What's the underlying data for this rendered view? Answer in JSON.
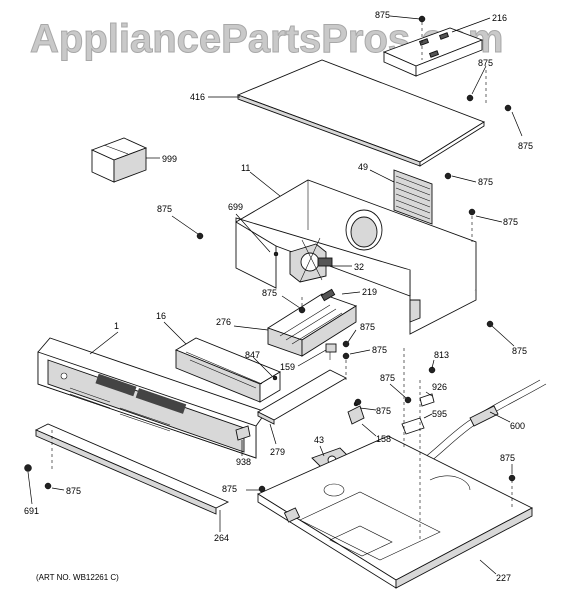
{
  "watermark": "AppliancePartsPros.com",
  "art_number": "(ART NO. WB12261 C)",
  "callouts": [
    {
      "label": "875",
      "target": "screw-top-center"
    },
    {
      "label": "216",
      "target": "top-bracket"
    },
    {
      "label": "875",
      "target": "screw-top-right"
    },
    {
      "label": "416",
      "target": "top-panel"
    },
    {
      "label": "875",
      "target": "screw-right-upper"
    },
    {
      "label": "999",
      "target": "box-item"
    },
    {
      "label": "11",
      "target": "housing-wrapper"
    },
    {
      "label": "49",
      "target": "vent-grille"
    },
    {
      "label": "875",
      "target": "screw-vent"
    },
    {
      "label": "875",
      "target": "screw-left"
    },
    {
      "label": "699",
      "target": "fan-screw"
    },
    {
      "label": "875",
      "target": "screw-right-mid"
    },
    {
      "label": "32",
      "target": "fan-motor"
    },
    {
      "label": "875",
      "target": "screw-relay"
    },
    {
      "label": "219",
      "target": "relay-board"
    },
    {
      "label": "1",
      "target": "control-panel"
    },
    {
      "label": "16",
      "target": "control-board"
    },
    {
      "label": "276",
      "target": "relay-assembly"
    },
    {
      "label": "875",
      "target": "screw-relay-2"
    },
    {
      "label": "875",
      "target": "screw-right-side"
    },
    {
      "label": "847",
      "target": "board-screw"
    },
    {
      "label": "875",
      "target": "screw-bracket"
    },
    {
      "label": "159",
      "target": "switch"
    },
    {
      "label": "813",
      "target": "clip"
    },
    {
      "label": "875",
      "target": "screw-clip"
    },
    {
      "label": "926",
      "target": "wire-clip"
    },
    {
      "label": "875",
      "target": "screw-sensor"
    },
    {
      "label": "595",
      "target": "harness-clip"
    },
    {
      "label": "600",
      "target": "wire-harness"
    },
    {
      "label": "158",
      "target": "thermostat"
    },
    {
      "label": "279",
      "target": "insulation-plate"
    },
    {
      "label": "938",
      "target": "knob"
    },
    {
      "label": "43",
      "target": "sensor-plate"
    },
    {
      "label": "691",
      "target": "foot-screw"
    },
    {
      "label": "875",
      "target": "screw-front"
    },
    {
      "label": "875",
      "target": "screw-base"
    },
    {
      "label": "875",
      "target": "screw-base-right"
    },
    {
      "label": "264",
      "target": "trim-strip"
    },
    {
      "label": "227",
      "target": "base-plate"
    }
  ]
}
